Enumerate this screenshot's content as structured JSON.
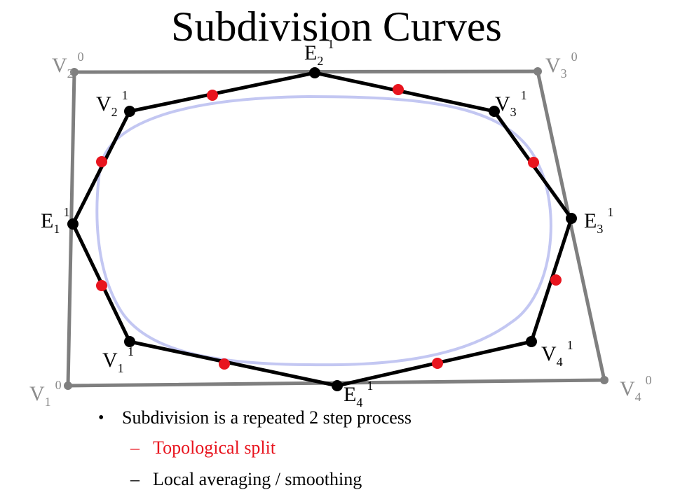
{
  "title": "Subdivision Curves",
  "colors": {
    "control_polygon": "#7f7f7f",
    "level1_polygon": "#000000",
    "limit_curve": "#c3c7f2",
    "new_points": "#e8141e",
    "vertices": "#000000",
    "label_gray": "#8c8c8c",
    "label_dark": "#000000"
  },
  "labels": {
    "v1_0": {
      "base": "V",
      "sub": "1",
      "sup": "0"
    },
    "v2_0": {
      "base": "V",
      "sub": "2",
      "sup": "0"
    },
    "v3_0": {
      "base": "V",
      "sub": "3",
      "sup": "0"
    },
    "v4_0": {
      "base": "V",
      "sub": "4",
      "sup": "0"
    },
    "v1_1": {
      "base": "V",
      "sub": "1",
      "sup": "1"
    },
    "v2_1": {
      "base": "V",
      "sub": "2",
      "sup": "1"
    },
    "v3_1": {
      "base": "V",
      "sub": "3",
      "sup": "1"
    },
    "v4_1": {
      "base": "V",
      "sub": "4",
      "sup": "1"
    },
    "e1_1": {
      "base": "E",
      "sub": "1",
      "sup": "1"
    },
    "e2_1": {
      "base": "E",
      "sub": "2",
      "sup": "1"
    },
    "e3_1": {
      "base": "E",
      "sub": "3",
      "sup": "1"
    },
    "e4_1": {
      "base": "E",
      "sub": "4",
      "sup": "1"
    }
  },
  "bullets": {
    "main": "Subdivision is a repeated 2 step process",
    "step1": "Topological split",
    "step2": "Local averaging / smoothing",
    "bullet_char": "•",
    "dash_char": "–"
  }
}
